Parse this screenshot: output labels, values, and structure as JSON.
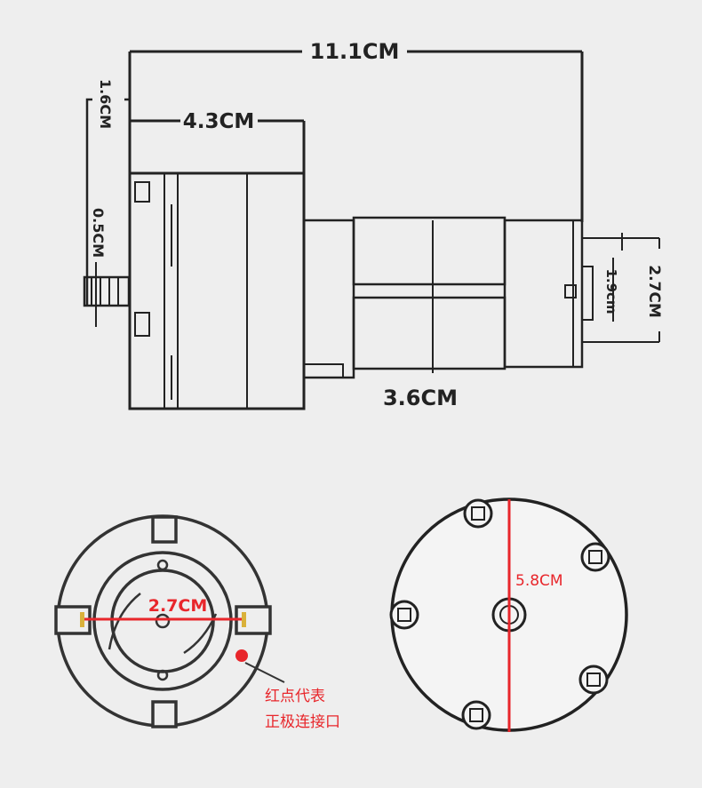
{
  "side_view": {
    "total_length": "11.1CM",
    "pump_head_length": "4.3CM",
    "nozzle_length": "1.6CM",
    "nozzle_diameter": "0.5CM",
    "motor_diameter": "3.6CM",
    "end_cap_diameter": "2.7CM",
    "shaft_boss": "1.9cm"
  },
  "motor_end_view": {
    "terminal_spacing": "2.7CM",
    "note_line1": "红点代表",
    "note_line2": "正极连接口"
  },
  "pump_head_view": {
    "diameter": "5.8CM"
  },
  "colors": {
    "accent_red": "#e8262b",
    "terminal_yellow": "#d9b13a",
    "line": "#222222"
  }
}
